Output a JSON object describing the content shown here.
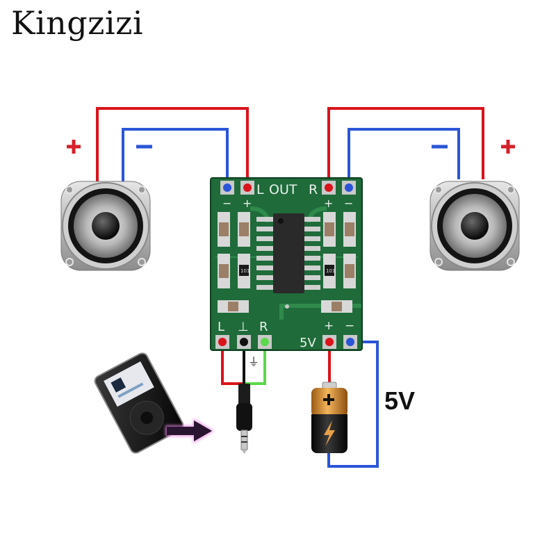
{
  "brand": "Kingzizi",
  "colors": {
    "positive_wire": "#d9141b",
    "negative_wire": "#2a55d6",
    "ground_wire": "#111111",
    "right_input_wire": "#5bd94a",
    "pcb": "#1f6b3a",
    "sign_positive": "#d6202a",
    "sign_negative": "#2a55d6",
    "arrow": "#2a1530"
  },
  "left_speaker": {
    "plus_sign": "+",
    "minus_sign": "−"
  },
  "right_speaker": {
    "plus_sign": "+",
    "minus_sign": "−"
  },
  "board": {
    "output_label_L": "L",
    "output_label_out": "OUT",
    "output_label_R": "R",
    "top_pad_signs": [
      "−",
      "+",
      "+",
      "−"
    ],
    "input_labels": [
      "L",
      "⊥",
      "R"
    ],
    "power_label": "5V",
    "power_signs": [
      "+",
      "−"
    ],
    "resistor_code": "101"
  },
  "ground_symbol": "⏚",
  "battery": {
    "plus_mark": "+",
    "bolt": "⚡"
  },
  "supply_voltage_label": "5V",
  "icons": [
    "speaker-left-icon",
    "speaker-right-icon",
    "mp3-player-icon",
    "arrow-right-icon",
    "audio-jack-icon",
    "battery-icon"
  ]
}
